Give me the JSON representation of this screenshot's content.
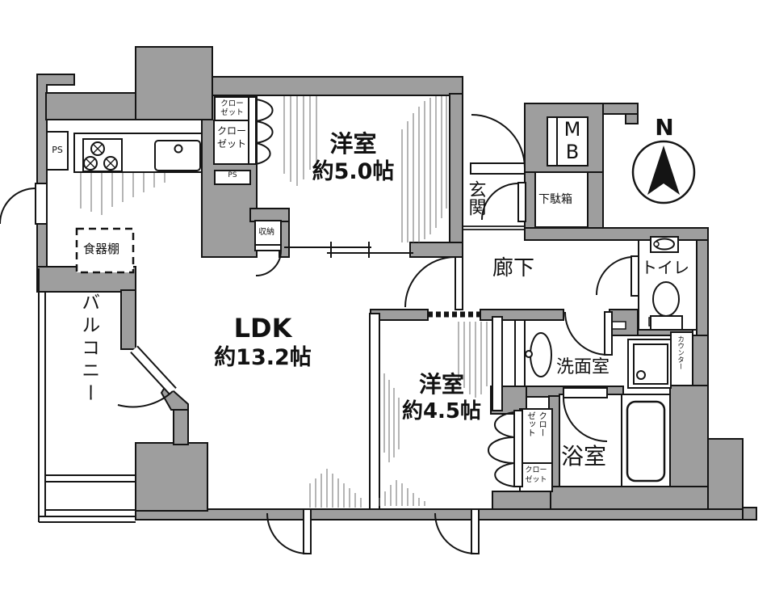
{
  "plan": {
    "rooms": {
      "bedroom_5": {
        "name": "洋室",
        "size": "約5.0帖"
      },
      "ldk": {
        "name": "LDK",
        "size": "約13.2帖"
      },
      "bedroom_45": {
        "name": "洋室",
        "size": "約4.5帖"
      },
      "entrance": "玄関",
      "hallway": "廊下",
      "toilet": "トイレ",
      "washroom": "洗面室",
      "bathroom": "浴室",
      "balcony": "バルコニー"
    },
    "storage": {
      "closet_top_small": {
        "line1": "クロー",
        "line2": "ゼット"
      },
      "closet_top_large": {
        "line1": "クロー",
        "line2": "ゼット"
      },
      "closet_side_vertical": {
        "line1": "クロー",
        "line2": "ゼット"
      },
      "closet_side_small": {
        "line1": "クロー",
        "line2": "ゼット"
      },
      "storage_box": "収納",
      "shoe_cabinet": "下駄箱",
      "dish_shelf": "食器棚",
      "counter": "カウンター",
      "meter_box": {
        "line1": "M",
        "line2": "B"
      },
      "pipe_space_1": "PS",
      "pipe_space_2": "PS"
    },
    "compass": {
      "north": "N"
    },
    "colors": {
      "wall": "#9e9e9e",
      "line": "#141414"
    }
  }
}
